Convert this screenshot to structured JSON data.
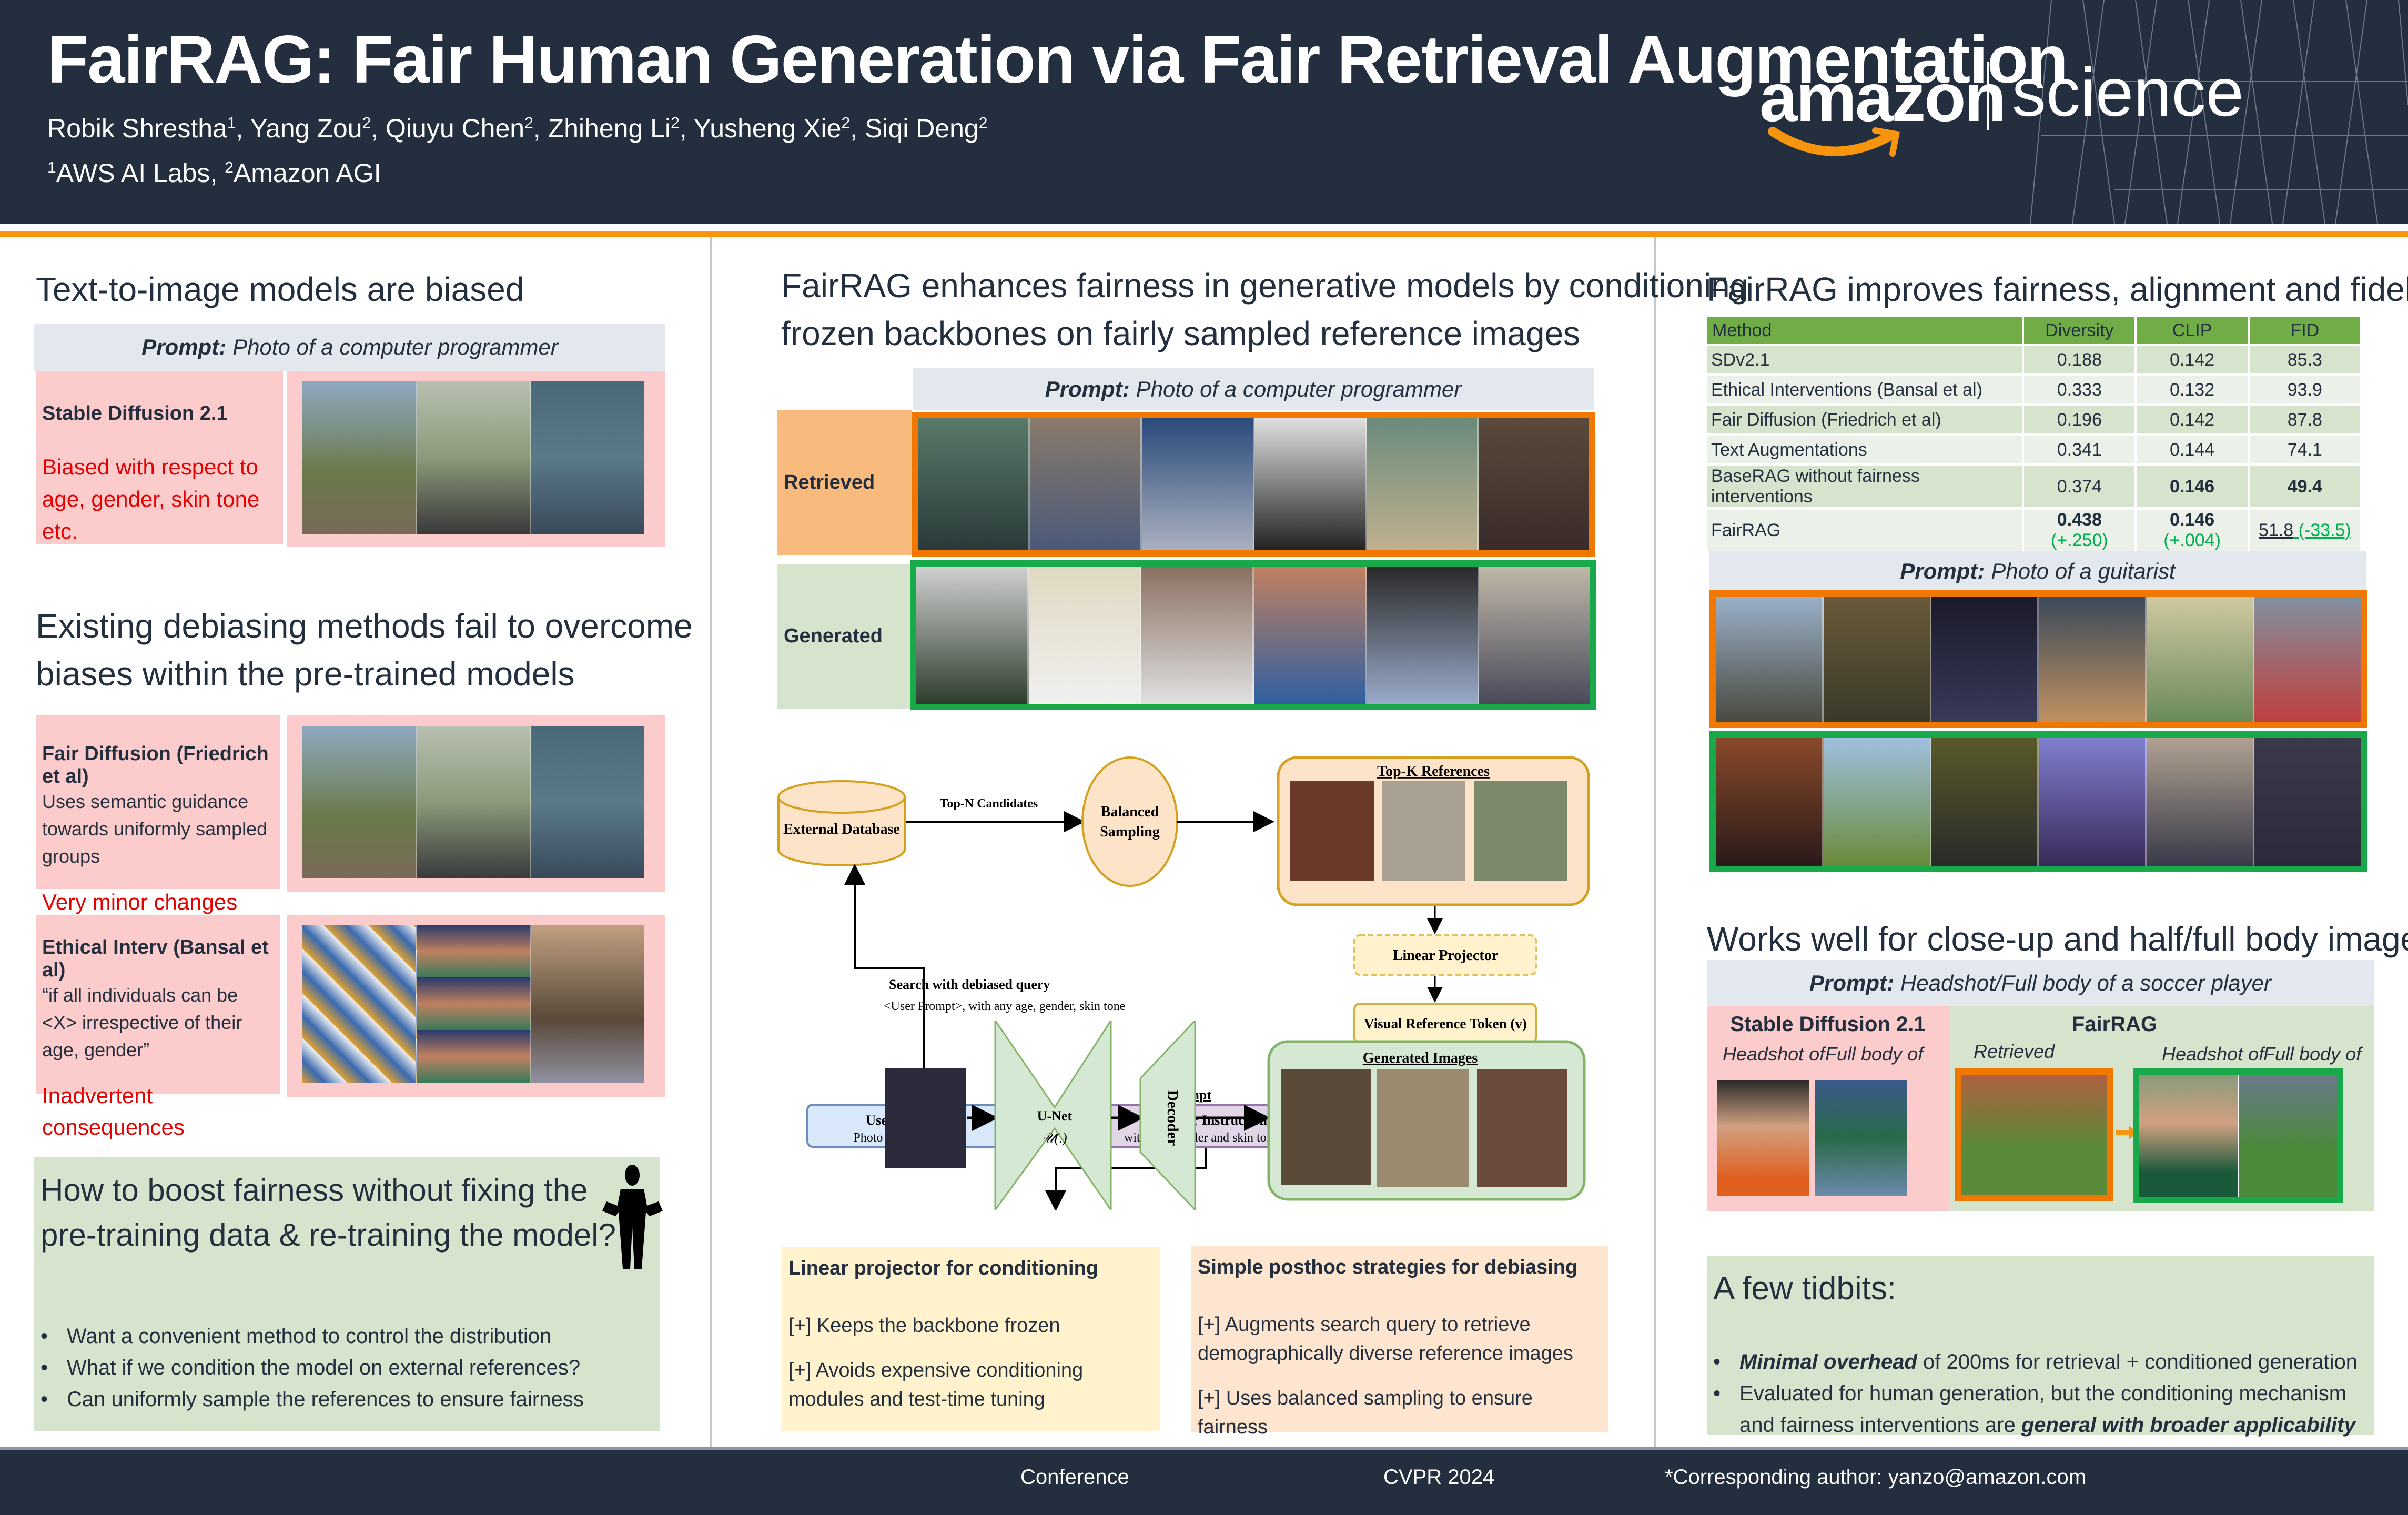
{
  "header": {
    "title": "FairRAG: Fair Human Generation via Fair Retrieval Augmentation",
    "authors": [
      {
        "name": "Robik Shrestha",
        "aff": "1"
      },
      {
        "name": "Yang Zou",
        "aff": "2"
      },
      {
        "name": "Qiuyu Chen",
        "aff": "2"
      },
      {
        "name": "Zhiheng Li",
        "aff": "2"
      },
      {
        "name": "Yusheng Xie",
        "aff": "2"
      },
      {
        "name": "Siqi Deng",
        "aff": "2"
      }
    ],
    "affiliations": [
      {
        "num": "1",
        "name": "AWS AI Labs"
      },
      {
        "num": "2",
        "name": "Amazon AGI"
      }
    ],
    "logo_left": "amazon",
    "logo_right": "science",
    "accent": "#f7950f",
    "bg": "#232f3e"
  },
  "left": {
    "s1_title": "Text-to-image models are biased",
    "s1_prompt_label": "Prompt:",
    "s1_prompt_text": "Photo of a computer programmer",
    "s1_model": "Stable Diffusion 2.1",
    "s1_note": "Biased with respect to age, gender, skin tone etc.",
    "s2_title_1": "Existing debiasing methods fail to overcome",
    "s2_title_2": "biases within the pre-trained models",
    "fd_name": "Fair Diffusion (Friedrich et al)",
    "fd_desc": "Uses semantic guidance towards uniformly sampled groups",
    "fd_note": "Very minor changes",
    "ei_name": "Ethical Interv (Bansal et al)",
    "ei_desc": "“if all individuals can be <X> irrespective of their age, gender”",
    "ei_note": "Inadvertent consequences",
    "q_title_1": "How to boost fairness without fixing the",
    "q_title_2": "pre-training data & re-training the model?",
    "q_bullets": [
      "Want a convenient method to control the distribution",
      "What if we condition the model on external references?",
      "Can uniformly sample the references to ensure fairness"
    ]
  },
  "middle": {
    "title_1": "FairRAG enhances fairness in generative models by conditioning",
    "title_2": "frozen backbones on fairly sampled reference images",
    "prompt_label": "Prompt:",
    "prompt_text": "Photo of a computer programmer",
    "retrieved_label": "Retrieved",
    "generated_label": "Generated",
    "diagram": {
      "external_db": "External Database",
      "top_n": "Top-N Candidates",
      "balanced": "Balanced Sampling",
      "top_k": "Top-K References",
      "search_title": "Search with debiased query",
      "search_text": "<User Prompt>, with any age, gender, skin tone",
      "linear_projector": "Linear Projector",
      "visual_token": "Visual Reference Token (v)",
      "full_prompt": "Full Prompt",
      "user_prompt_title": "User Prompt:",
      "user_prompt_text": "Photo of an engineer",
      "transfer_title": "Transfer Instruction:",
      "transfer_text": "with age, gender and skin tone of:",
      "unet": "U-Net",
      "unet_fn": "𝒰(.)",
      "decoder": "Decoder",
      "generated_images": "Generated Images"
    },
    "box1_title": "Linear projector for conditioning",
    "box1_items": [
      "[+] Keeps the backbone frozen",
      "[+] Avoids expensive conditioning modules and test-time tuning"
    ],
    "box2_title": "Simple posthoc strategies for debiasing",
    "box2_items": [
      "[+] Augments search query to retrieve demographically diverse reference images",
      "[+]  Uses balanced sampling to ensure fairness"
    ]
  },
  "right": {
    "s1_title": "FairRAG improves fairness, alignment and fidelity",
    "table": {
      "headers": [
        "Method",
        "Diversity",
        "CLIP",
        "FID"
      ],
      "rows": [
        {
          "method": "SDv2.1",
          "diversity": "0.188",
          "clip": "0.142",
          "fid": "85.3"
        },
        {
          "method": "Ethical Interventions (Bansal et al)",
          "diversity": "0.333",
          "clip": "0.132",
          "fid": "93.9"
        },
        {
          "method": "Fair Diffusion (Friedrich et al)",
          "diversity": "0.196",
          "clip": "0.142",
          "fid": "87.8"
        },
        {
          "method": "Text Augmentations",
          "diversity": "0.341",
          "clip": "0.144",
          "fid": "74.1"
        },
        {
          "method": "BaseRAG without fairness interventions",
          "diversity": "0.374",
          "clip": "0.146",
          "fid": "49.4"
        },
        {
          "method": "FairRAG",
          "diversity": "0.438",
          "diversity_gain": "(+.250)",
          "clip": "0.146",
          "clip_gain": "(+.004)",
          "fid": "51.8",
          "fid_gain": "(-33.5)"
        }
      ]
    },
    "guitar_prompt_label": "Prompt:",
    "guitar_prompt_text": "Photo of a guitarist",
    "s2_title": "Works well for close-up and half/full body images",
    "soccer_prompt_label": "Prompt:",
    "soccer_prompt_text": "Headshot/Full body of a soccer player",
    "sd_label": "Stable Diffusion 2.1",
    "fairrag_label": "FairRAG",
    "headshot": "Headshot of",
    "fullbody": "Full body of",
    "retrieved": "Retrieved",
    "tidbits_title": "A few tidbits:",
    "tidbit1_em": "Minimal overhead",
    "tidbit1_rest": " of 200ms for retrieval + conditioned generation",
    "tidbit2_rest": "Evaluated for human generation, but the conditioning mechanism and fairness interventions are ",
    "tidbit2_em": "general with broader applicability"
  },
  "footer": {
    "conference_label": "Conference",
    "conference": "CVPR 2024",
    "contact": "*Corresponding author: yanzo@amazon.com"
  }
}
